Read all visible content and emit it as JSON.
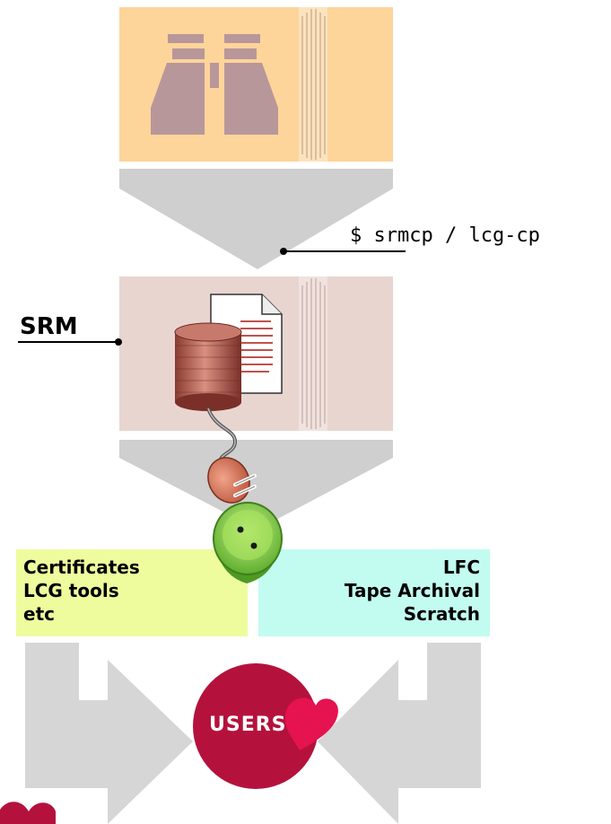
{
  "command": {
    "text": "$ srmcp / lcg-cp"
  },
  "srm": {
    "label": "SRM"
  },
  "left_box": {
    "lines": [
      "Certificates",
      "LCG tools",
      "etc"
    ]
  },
  "right_box": {
    "lines": [
      "LFC",
      "Tape Archival",
      "Scratch"
    ]
  },
  "users": {
    "label": "USERS"
  },
  "colors": {
    "top_panel": "#fdd49a",
    "binoculars": "#b8979a",
    "middle_panel": "#e8d5d0",
    "arrow_gray": "#cfcfcf",
    "left_box": "#eefc9e",
    "right_box": "#c2fcf0",
    "users_circle": "#b4123c",
    "heart": "#e5134f",
    "socket": "#9fe05a"
  }
}
